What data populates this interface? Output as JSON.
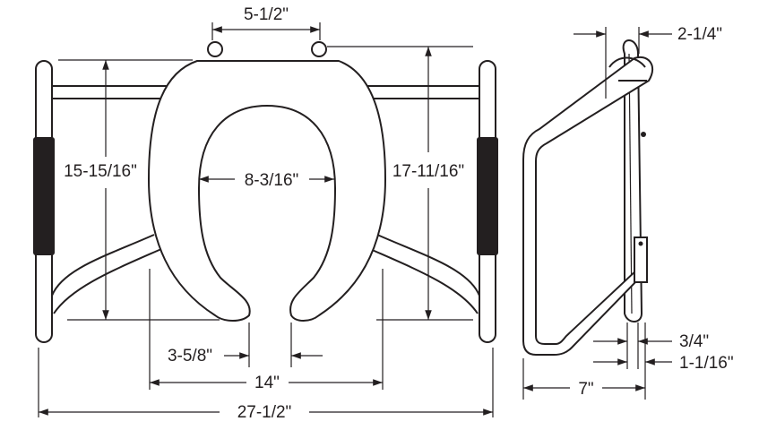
{
  "title": "Toilet seat with grab bar frame dimensions",
  "front_view": {
    "hinge_spacing": "5-1/2\"",
    "seat_length_left": "15-15/16\"",
    "opening_width": "8-3/16\"",
    "seat_length_right": "17-11/16\"",
    "front_gap": "3-5/8\"",
    "seat_width": "14\"",
    "overall_width": "27-1/2\""
  },
  "side_view": {
    "top_offset": "2-1/4\"",
    "seat_thickness": "3/4\"",
    "bar_offset": "1-1/16\"",
    "depth": "7\""
  },
  "colors": {
    "line": "#231f20",
    "background": "#ffffff"
  }
}
